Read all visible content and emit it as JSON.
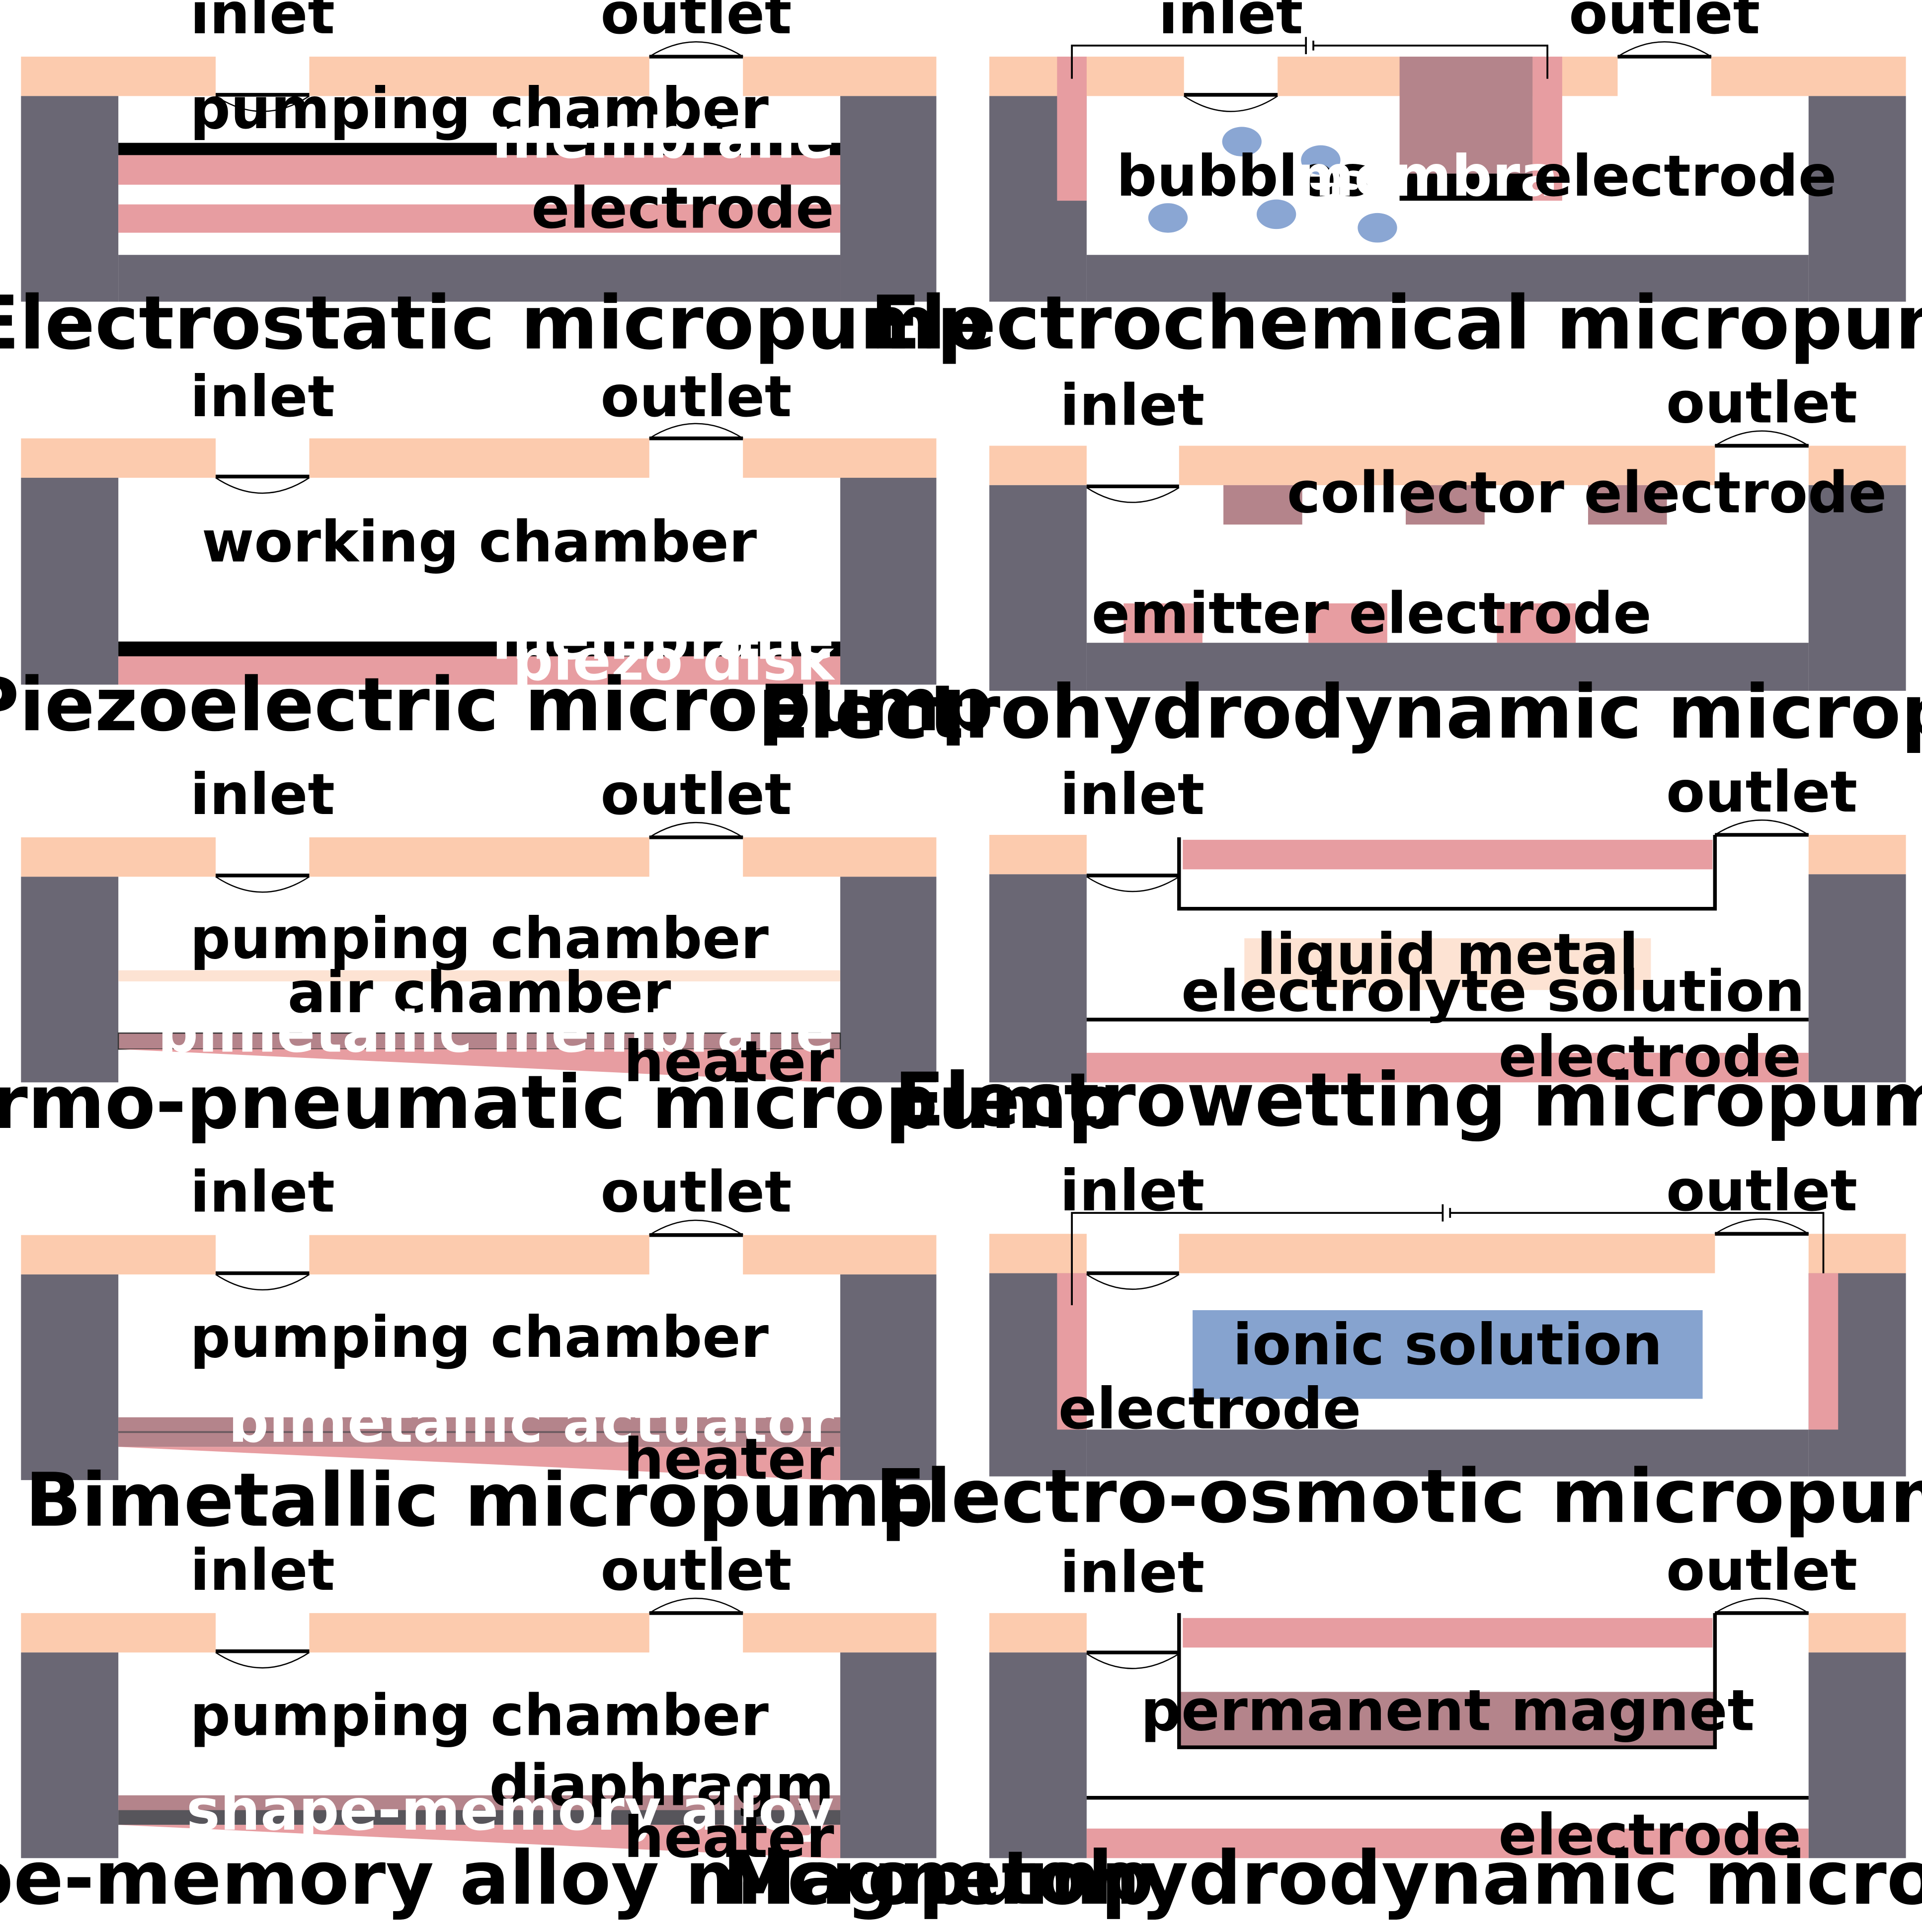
{
  "colors": {
    "lid": "#FCCBAE",
    "wall": "#6A6774",
    "electrode": "#E79DA1",
    "membrane_dark": "#B4848B",
    "bubble": "#8AA6D3",
    "ionic": "#86A3CF",
    "liquid_metal": "#FDE3D3",
    "alloy": "#57555B",
    "line": "#000000"
  },
  "common": {
    "inlet": "inlet",
    "outlet": "outlet"
  },
  "electrostatic": {
    "title": "Electrostatic micropump",
    "chamber": "pumping chamber",
    "membrane": "membrane",
    "electrode": "electrode"
  },
  "electrochemical": {
    "title": "Electrochemical micropump",
    "bubbles": "bubbles",
    "membrane": "membrane",
    "electrode": "electrode"
  },
  "piezoelectric": {
    "title": "Piezoelectric micropump",
    "chamber": "working chamber",
    "membrane": "membrane",
    "piezo": "piezo disk"
  },
  "electrohydrodynamic": {
    "title": "Electrohydrodynamic micropump",
    "collector": "collector electrode",
    "emitter": "emitter electrode"
  },
  "thermopneumatic": {
    "title": "Thermo-pneumatic micropump",
    "chamber": "pumping chamber",
    "air": "air chamber",
    "membrane": "bimetallic membrane",
    "heater": "heater"
  },
  "electrowetting": {
    "title": "Electrowetting micropump",
    "metal": "liquid metal",
    "electrolyte": "electrolyte solution",
    "electrode": "electrode"
  },
  "bimetallic": {
    "title": "Bimetallic micropump",
    "chamber": "pumping chamber",
    "actuator": "bimetallic actuator",
    "heater": "heater"
  },
  "electroosmotic": {
    "title": "Electro-osmotic micropump",
    "ionic": "ionic solution",
    "electrode": "electrode"
  },
  "sma": {
    "title": "Shape-memory alloy micropump",
    "chamber": "pumping chamber",
    "diaphragm": "diaphragm",
    "alloy": "shape-memory alloy",
    "heater": "heater"
  },
  "magnetohydrodynamic": {
    "title": "Magnetohydrodynamic micropump",
    "magnet": "permanent magnet",
    "electrode": "electrode"
  }
}
